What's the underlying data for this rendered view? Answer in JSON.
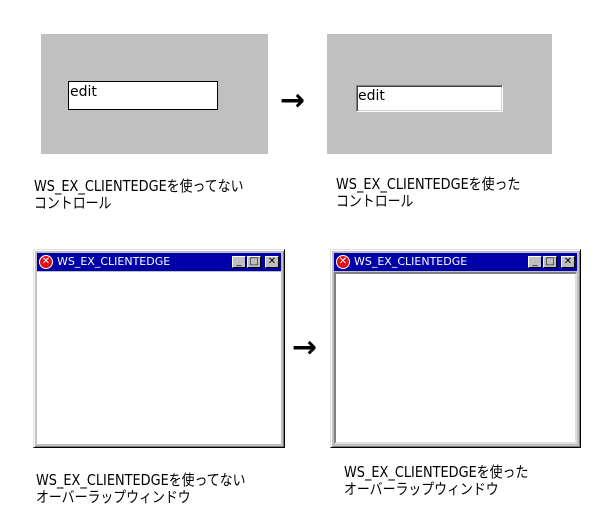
{
  "controls": {
    "before": {
      "edit_text": "edit"
    },
    "after": {
      "edit_text": "edit"
    },
    "arrow": "→",
    "caption_before": [
      "WS_EX_CLIENTEDGEを使ってない",
      "コントロール"
    ],
    "caption_after": [
      "WS_EX_CLIENTEDGEを使った",
      "コントロール"
    ]
  },
  "windows": {
    "before": {
      "title": "WS_EX_CLIENTEDGE"
    },
    "after": {
      "title": "WS_EX_CLIENTEDGE"
    },
    "arrow": "→",
    "caption_before": [
      "WS_EX_CLIENTEDGEを使ってない",
      "オーバーラップウィンドウ"
    ],
    "caption_after": [
      "WS_EX_CLIENTEDGEを使った",
      "オーバーラップウィンドウ"
    ]
  },
  "glyphs": {
    "close": "✕",
    "minimize": "_",
    "maximize": "□",
    "close_button": "✕"
  },
  "colors": {
    "panel": "#c0c0c0",
    "titlebar": "#0000a8",
    "close_badge": "#e01010"
  }
}
